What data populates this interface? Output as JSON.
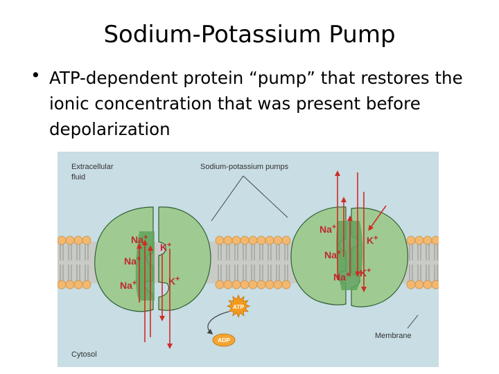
{
  "slide": {
    "title": "Sodium-Potassium Pump",
    "bullet": "ATP-dependent protein “pump” that restores the ionic concentration that was present before depolarization"
  },
  "figure": {
    "labels": {
      "extracellular_line1": "Extracellular",
      "extracellular_line2": "fluid",
      "pumps": "Sodium-potassium pumps",
      "membrane": "Membrane",
      "cytosol": "Cytosol"
    },
    "ions": {
      "na": "Na",
      "k": "K",
      "charge": "+"
    },
    "molecules": {
      "atp": "ATP",
      "adp": "ADP"
    },
    "colors": {
      "background": "#c8dde4",
      "pump_fill": "#9fcb92",
      "pump_stroke": "#2f5f34",
      "pocket_fill": "#5fa35a",
      "lipid_head": "#f3b870",
      "arrow": "#d12a25",
      "atp": "#f49a1c",
      "adp": "#f4a531"
    }
  }
}
